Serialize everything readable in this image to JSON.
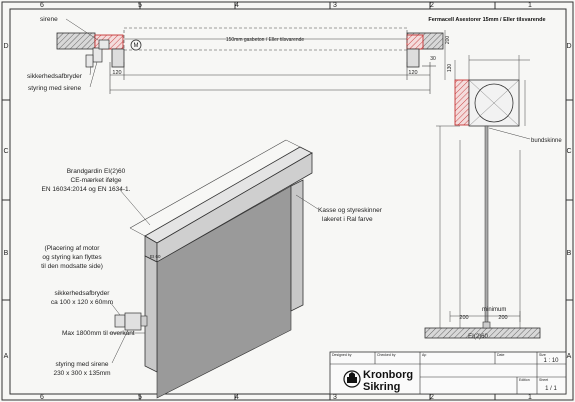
{
  "border": {
    "cols_top": [
      "6",
      "5",
      "4",
      "3",
      "2",
      "1"
    ],
    "cols_bottom": [
      "6",
      "5",
      "4",
      "3",
      "2",
      "1"
    ],
    "rows_left": [
      "D",
      "C",
      "B",
      "A"
    ],
    "rows_right": [
      "D",
      "C",
      "B",
      "A"
    ]
  },
  "plan": {
    "sirene": "sirene",
    "sikkerhed": "sikkerhedsafbryder",
    "styring": "styring med sirene",
    "dim_150": "150mm gasbeton / Eller tilsvarende",
    "dim_120_left": "120",
    "dim_120_right": "120",
    "dim_30": "30",
    "motor_symbol": "M"
  },
  "side": {
    "fermacell": "Fermacell Asestorer 15mm / Eller tilsvarende",
    "dim_200": "200",
    "dim_130": "130",
    "bundskinne": "bundskinne",
    "minimum": "minimum",
    "dim_200_left": "200",
    "dim_200_right": "200",
    "rating": "EI(2)60"
  },
  "iso": {
    "brand_1": "Brandgardin EI(2)60",
    "brand_2": "CE-mærket ifølge",
    "brand_3": "EN 16034:2014 og EN 1634-1.",
    "kasse_1": "Kasse og styreskinner",
    "kasse_2": "lakeret i Ral farve",
    "place_1": "(Placering af motor",
    "place_2": "og styring kan flyttes",
    "place_3": "til den modsatte side)",
    "sikk_1": "sikkerhedsafbryder",
    "sikk_2": "ca 100 x 120 x 60mm",
    "max": "Max 1800mm til overkant",
    "styr_1": "styring med sirene",
    "styr_2": "230 x 300 x 135mm",
    "ei_label": "EI 60"
  },
  "titleblock": {
    "designed_by": "Designed by",
    "checked_by": "Checked by",
    "approved": "Ap",
    "date": "Date",
    "scale_label": "Size",
    "scale": "1 : 10",
    "logo_line1": "Kronborg",
    "logo_line2": "Sikring",
    "edition": "Edition",
    "sheet_label": "Sheet",
    "sheet": "1 / 1"
  }
}
